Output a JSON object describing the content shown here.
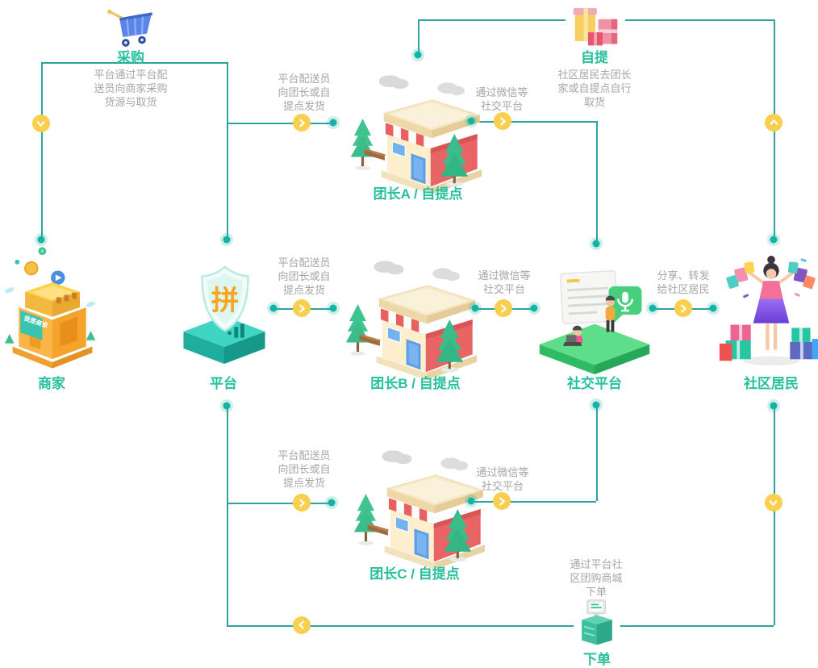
{
  "colors": {
    "connector_line": "#2da49f",
    "connector_dot": "#14b3a3",
    "arrow_circle": "#f8cf4e",
    "node_title_green": "#26c09e",
    "label_gray": "#a6a6a6"
  },
  "nodes": {
    "caigou": {
      "title": "采购",
      "desc": "平台通过平台配\n送员向商家采购\n货源与取货"
    },
    "ziti": {
      "title": "自提",
      "desc": "社区居民去团长\n家或自提点自行\n取货"
    },
    "shangjia": {
      "title": "商家",
      "building_sign": "我是商家"
    },
    "pingtai": {
      "title": "平台",
      "shield_glyph": "拼"
    },
    "tuanzhang_a": {
      "title": "团长A / 自提点"
    },
    "tuanzhang_b": {
      "title": "团长B / 自提点"
    },
    "tuanzhang_c": {
      "title": "团长C / 自提点"
    },
    "shejiao": {
      "title": "社交平台"
    },
    "jumin": {
      "title": "社区居民"
    },
    "xiadan": {
      "title": "下单",
      "desc": "通过平台社\n区团购商城\n下单"
    }
  },
  "edge_labels": {
    "deliver_a": "平台配送员\n向团长或自\n提点发货",
    "deliver_b": "平台配送员\n向团长或自\n提点发货",
    "deliver_c": "平台配送员\n向团长或自\n提点发货",
    "wechat_a": "通过微信等\n社交平台",
    "wechat_b": "通过微信等\n社交平台",
    "wechat_c": "通过微信等\n社交平台",
    "share": "分享、转发\n给社区居民"
  }
}
